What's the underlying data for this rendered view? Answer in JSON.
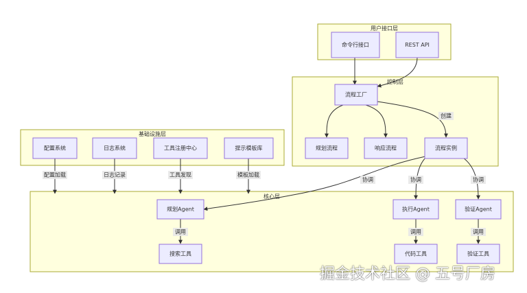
{
  "clusters": {
    "user_interface": "用户接口层",
    "control": "控制层",
    "infrastructure": "基础设施层",
    "core": "核心层"
  },
  "nodes": {
    "cli": "命令行接口",
    "rest_api": "REST API",
    "flow_factory": "流程工厂",
    "planning_flow": "规划流程",
    "response_flow": "响应流程",
    "flow_instance": "流程实例",
    "config_system": "配置系统",
    "log_system": "日志系统",
    "tool_registry": "工具注册中心",
    "prompt_templates": "提示模板库",
    "planning_agent": "规划Agent",
    "executor_agent": "执行Agent",
    "validator_agent": "验证Agent",
    "search_tool": "搜索工具",
    "code_tool": "代码工具",
    "validation_tool": "验证工具"
  },
  "edge_labels": {
    "create": "创建",
    "coordinate_1": "协调",
    "coordinate_2": "协调",
    "coordinate_3": "协调",
    "config_load": "配置加载",
    "log_record": "日志记录",
    "tool_discovery": "工具发现",
    "template_load": "模板加载",
    "invoke_1": "调用",
    "invoke_2": "调用",
    "invoke_3": "调用"
  },
  "watermark": "掘金技术社区 @ 五号厂房",
  "colors": {
    "cluster_fill": "#ffffde",
    "cluster_stroke": "#aaaa33",
    "node_fill": "#ececff",
    "node_stroke": "#9370db",
    "edge": "#333333"
  }
}
